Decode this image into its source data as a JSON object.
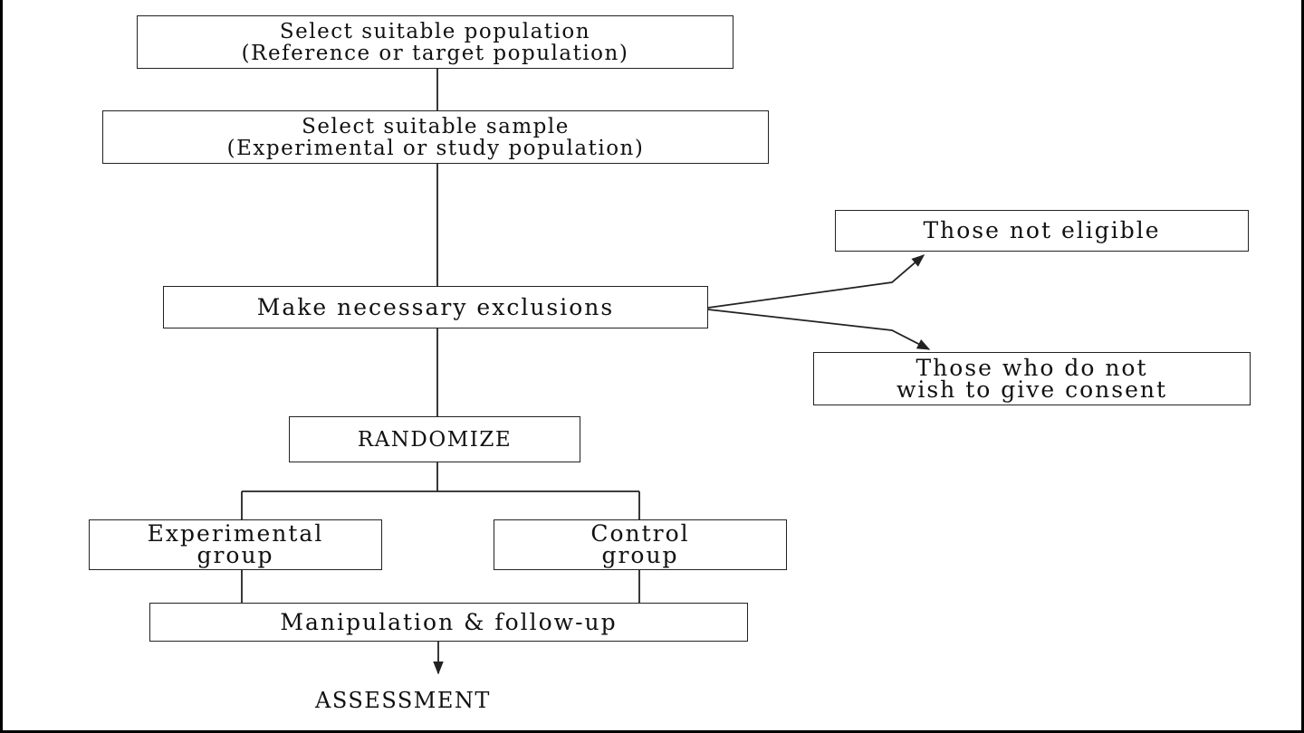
{
  "flowchart": {
    "population": {
      "line1": "Select suitable population",
      "line2": "(Reference or target population)"
    },
    "sample": {
      "line1": "Select suitable sample",
      "line2": "(Experimental or study population)"
    },
    "exclusions": {
      "label": "Make necessary exclusions"
    },
    "not_eligible": {
      "label": "Those not eligible"
    },
    "no_consent": {
      "line1": "Those who do not",
      "line2": "wish to give consent"
    },
    "randomize": {
      "label": "RANDOMIZE"
    },
    "experimental": {
      "line1": "Experimental",
      "line2": "group"
    },
    "control": {
      "line1": "Control",
      "line2": "group"
    },
    "manipulation": {
      "label": "Manipulation & follow-up"
    },
    "assessment": {
      "label": "ASSESSMENT"
    }
  },
  "colors": {
    "stroke": "#222222",
    "text": "#111111",
    "background": "#ffffff"
  }
}
